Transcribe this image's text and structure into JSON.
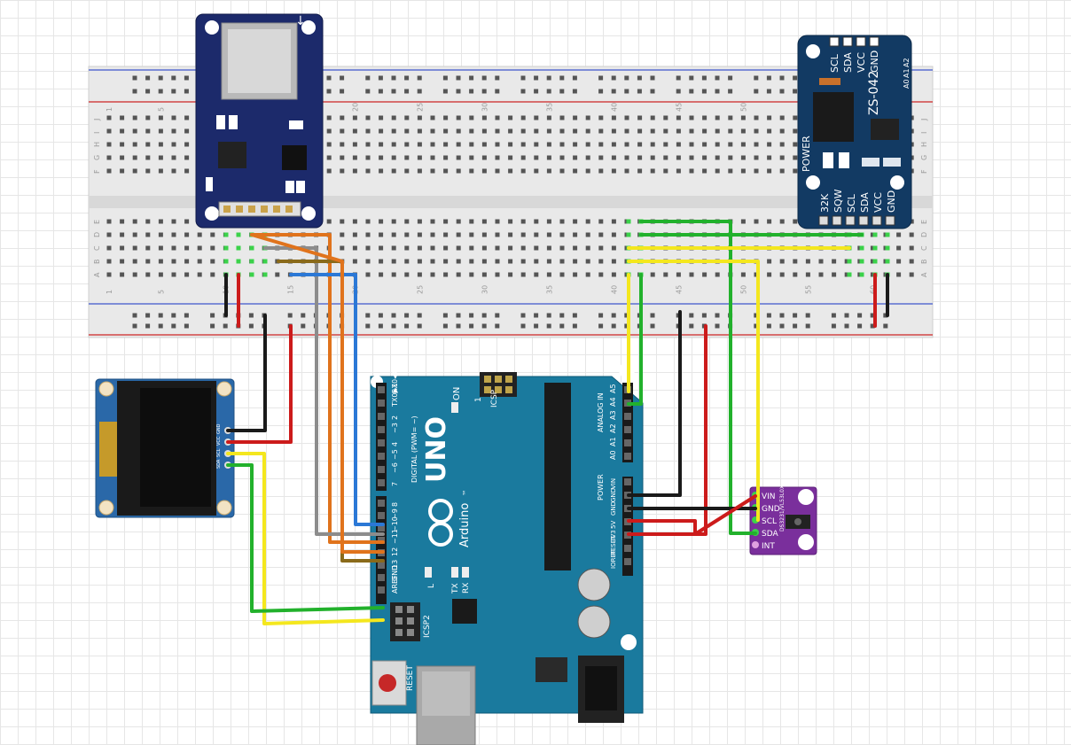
{
  "breadboard": {
    "column_numbers": [
      "1",
      "5",
      "10",
      "15",
      "20",
      "25",
      "30",
      "35",
      "40",
      "45",
      "50",
      "55",
      "60"
    ],
    "row_letters_top": [
      "J",
      "I",
      "H",
      "G",
      "F"
    ],
    "row_letters_bottom": [
      "E",
      "D",
      "C",
      "B",
      "A"
    ]
  },
  "sd_module": {
    "arrow": "↓"
  },
  "rtc_module": {
    "top_pins": [
      "SCL",
      "SDA",
      "VCC",
      "GND"
    ],
    "model": "ZS-042",
    "address_labels": [
      "A0",
      "A1",
      "A2"
    ],
    "power_label": "POWER",
    "bottom_pins": [
      "32K",
      "SQW",
      "SCL",
      "SDA",
      "VCC",
      "GND"
    ]
  },
  "oled": {
    "pins": [
      "GND",
      "VCC",
      "SCL",
      "SDA"
    ]
  },
  "arduino": {
    "logo": "UNO",
    "brand": "Arduino",
    "trademark": "™",
    "on_label": "ON",
    "icsp_label": "ICSP",
    "icsp2_label": "ICSP2",
    "one_label": "1",
    "reset_label": "RESET",
    "digital_label": "DIGITAL (PWM= ~)",
    "analog_label": "ANALOG IN",
    "power_label": "POWER",
    "l_label": "L",
    "tx_label": "TX",
    "rx_label": "RX",
    "digital_pins": [
      "RX0◀0",
      "TX0▶1",
      "2",
      "~3",
      "4",
      "~5",
      "~6",
      "7",
      "8",
      "~9",
      "~10",
      "~11",
      "12",
      "13",
      "GND",
      "AREF"
    ],
    "analog_pins": [
      "A5",
      "A4",
      "A3",
      "A2",
      "A1",
      "A0"
    ],
    "power_pins": [
      "VIN",
      "GND",
      "GND",
      "5V",
      "3V3",
      "RESET",
      "IOREF"
    ]
  },
  "sensor": {
    "pins": [
      "VIN",
      "GND",
      "SCL",
      "SDA",
      "INT"
    ],
    "part": "DS3231/VL53L0X"
  },
  "wire_colors": {
    "black": "#1a1a1a",
    "red": "#cc1b1b",
    "yellow": "#f4e71e",
    "green": "#22b12c",
    "orange": "#e0731c",
    "gray": "#8c8c8c",
    "brown": "#8a6a1a",
    "blue": "#2b78d6"
  }
}
